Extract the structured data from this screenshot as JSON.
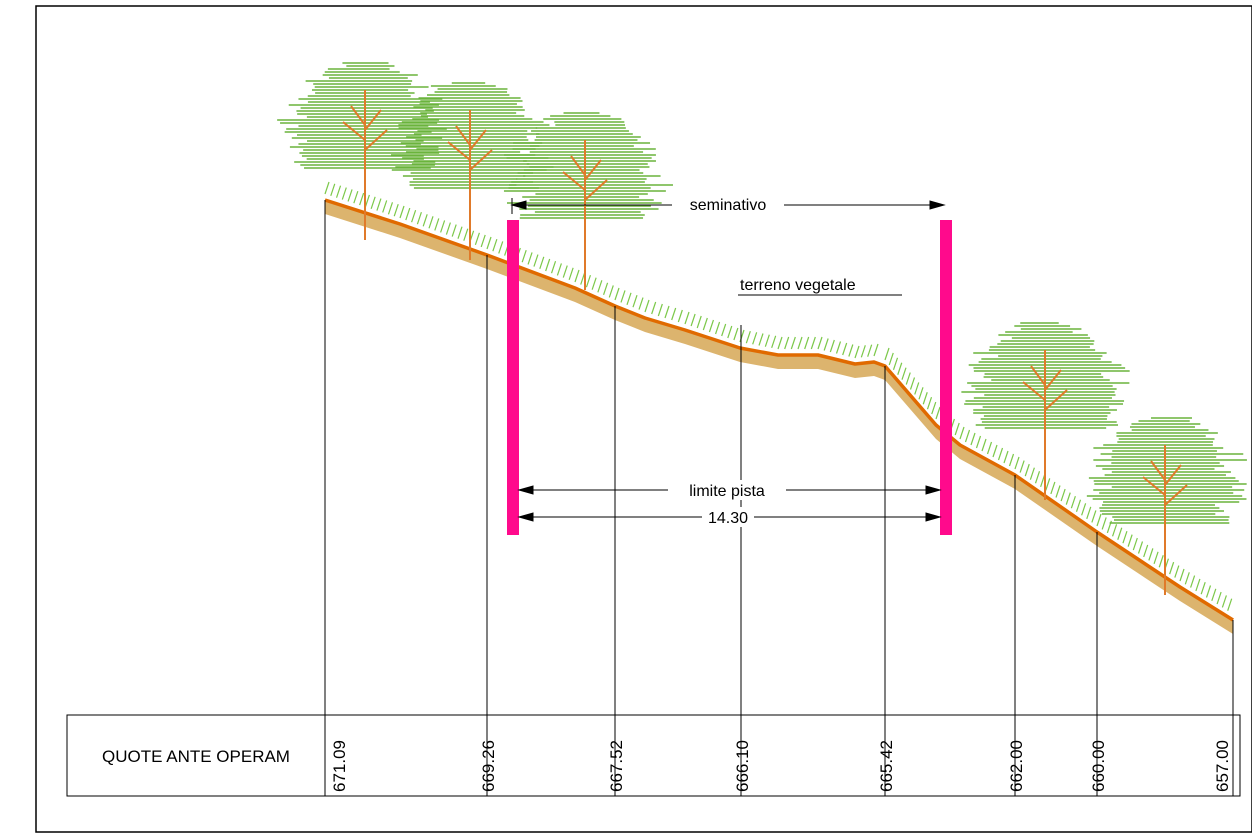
{
  "labels": {
    "seminativo": "seminativo",
    "terreno_vegetale": "terreno vegetale",
    "limite_pista": "limite pista",
    "width_value": "14.30",
    "table_header": "QUOTE ANTE OPERAM"
  },
  "elevations": [
    "671.09",
    "669.26",
    "667.52",
    "666.10",
    "665.42",
    "662.00",
    "660.00",
    "657.00"
  ],
  "colors": {
    "ground_line": "#e06a00",
    "soil_band": "#dcb46e",
    "boundary_markers": "#ff0a8c",
    "vegetation": "#6ab43c",
    "grass": "#7cc84a",
    "trunk": "#e07a2a"
  }
}
